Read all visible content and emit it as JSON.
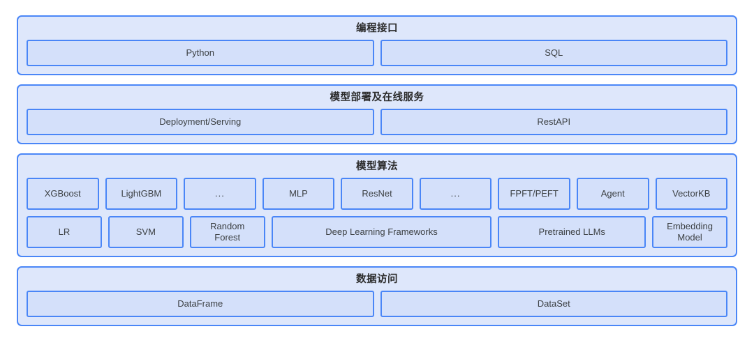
{
  "diagram": {
    "type": "layered-architecture",
    "background_color": "#ffffff",
    "band_fill": "#dee7fb",
    "cell_fill": "#d4e0fa",
    "border_color": "#4a86f7",
    "text_color": "#3c4043",
    "bands": [
      {
        "id": "programming-interface",
        "title": "编程接口",
        "rows": [
          {
            "cells": [
              {
                "label": "Python",
                "span": 1
              },
              {
                "label": "SQL",
                "span": 1
              }
            ]
          }
        ]
      },
      {
        "id": "model-deployment-online-serving",
        "title": "模型部署及在线服务",
        "rows": [
          {
            "cells": [
              {
                "label": "Deployment/Serving",
                "span": 1
              },
              {
                "label": "RestAPI",
                "span": 1
              }
            ]
          }
        ]
      },
      {
        "id": "model-algorithms",
        "title": "模型算法",
        "rows": [
          {
            "cells": [
              {
                "label": "XGBoost",
                "span": 1
              },
              {
                "label": "LightGBM",
                "span": 1
              },
              {
                "label": "...",
                "span": 1
              },
              {
                "label": "MLP",
                "span": 1
              },
              {
                "label": "ResNet",
                "span": 1
              },
              {
                "label": "...",
                "span": 1
              },
              {
                "label": "FPFT/PEFT",
                "span": 1
              },
              {
                "label": "Agent",
                "span": 1
              },
              {
                "label": "VectorKB",
                "span": 1
              }
            ]
          },
          {
            "cells": [
              {
                "label": "LR",
                "span": 1
              },
              {
                "label": "SVM",
                "span": 1
              },
              {
                "label": "Random\nForest",
                "span": 1
              },
              {
                "label": "Deep Learning Frameworks",
                "span": 3
              },
              {
                "label": "Pretrained LLMs",
                "span": 2
              },
              {
                "label": "Embedding Model",
                "span": 1
              }
            ]
          }
        ]
      },
      {
        "id": "data-access",
        "title": "数据访问",
        "rows": [
          {
            "cells": [
              {
                "label": "DataFrame",
                "span": 1
              },
              {
                "label": "DataSet",
                "span": 1
              }
            ]
          }
        ]
      }
    ]
  }
}
